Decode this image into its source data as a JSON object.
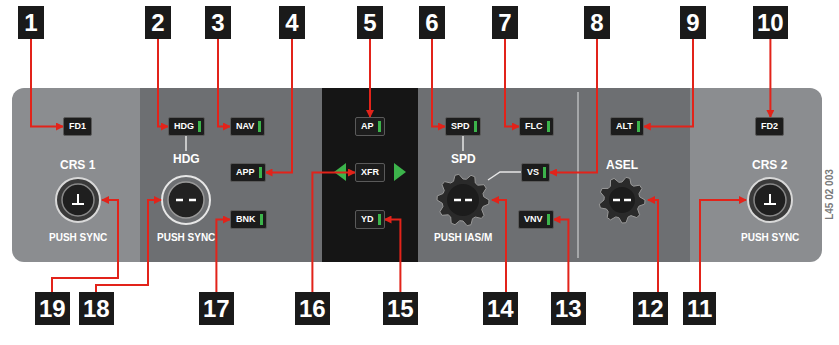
{
  "diagram": {
    "nodes": [
      {
        "text": [
          "1"
        ]
      },
      {
        "text": [
          "2"
        ]
      },
      {
        "text": [
          "3"
        ]
      },
      {
        "text": [
          "4"
        ]
      },
      {
        "text": [
          "5"
        ]
      },
      {
        "text": [
          "6"
        ]
      },
      {
        "text": [
          "7"
        ]
      },
      {
        "text": [
          "8"
        ]
      },
      {
        "text": [
          "9"
        ]
      },
      {
        "text": [
          "10"
        ]
      },
      {
        "text": [
          "11"
        ]
      },
      {
        "text": [
          "12"
        ]
      },
      {
        "text": [
          "13"
        ]
      },
      {
        "text": [
          "14"
        ]
      },
      {
        "text": [
          "15"
        ]
      },
      {
        "text": [
          "16"
        ]
      },
      {
        "text": [
          "17"
        ]
      },
      {
        "text": [
          "18"
        ]
      },
      {
        "text": [
          "19"
        ]
      },
      {
        "text": [
          "FD1"
        ]
      },
      {
        "text": [
          "HDG"
        ]
      },
      {
        "text": [
          "NAV"
        ]
      },
      {
        "text": [
          "APP"
        ]
      },
      {
        "text": [
          "BNK"
        ]
      },
      {
        "text": [
          "AP"
        ]
      },
      {
        "text": [
          "XFR"
        ]
      },
      {
        "text": [
          "YD"
        ]
      },
      {
        "text": [
          "SPD"
        ]
      },
      {
        "text": [
          "FLC"
        ]
      },
      {
        "text": [
          "VS"
        ]
      },
      {
        "text": [
          "VNV"
        ]
      },
      {
        "text": [
          "ALT"
        ]
      },
      {
        "text": [
          "FD2"
        ]
      }
    ],
    "edges": [
      {
        "from": 0,
        "to": 19,
        "arrow": "to"
      },
      {
        "from": 1,
        "to": 20,
        "arrow": "to"
      },
      {
        "from": 2,
        "to": 21,
        "arrow": "to"
      },
      {
        "from": 3,
        "to": 22,
        "arrow": "to"
      },
      {
        "from": 4,
        "to": 24,
        "arrow": "to"
      },
      {
        "from": 5,
        "to": 27,
        "arrow": "to"
      },
      {
        "from": 6,
        "to": 28,
        "arrow": "to"
      },
      {
        "from": 7,
        "to": 29,
        "arrow": "to"
      },
      {
        "from": 8,
        "to": 31,
        "arrow": "to"
      },
      {
        "from": 9,
        "to": 32,
        "arrow": "to"
      },
      {
        "from": 12,
        "to": 30,
        "arrow": "to"
      },
      {
        "from": 14,
        "to": 26,
        "arrow": "to"
      },
      {
        "from": 15,
        "to": 25,
        "arrow": "to"
      },
      {
        "from": 16,
        "to": 23,
        "arrow": "to"
      }
    ],
    "labels": [
      "CRS 1",
      "PUSH SYNC",
      "HDG",
      "PUSH SYNC",
      "SPD",
      "PUSH IAS/M",
      "ASEL",
      "CRS 2",
      "PUSH SYNC",
      "L45 02 003"
    ]
  }
}
